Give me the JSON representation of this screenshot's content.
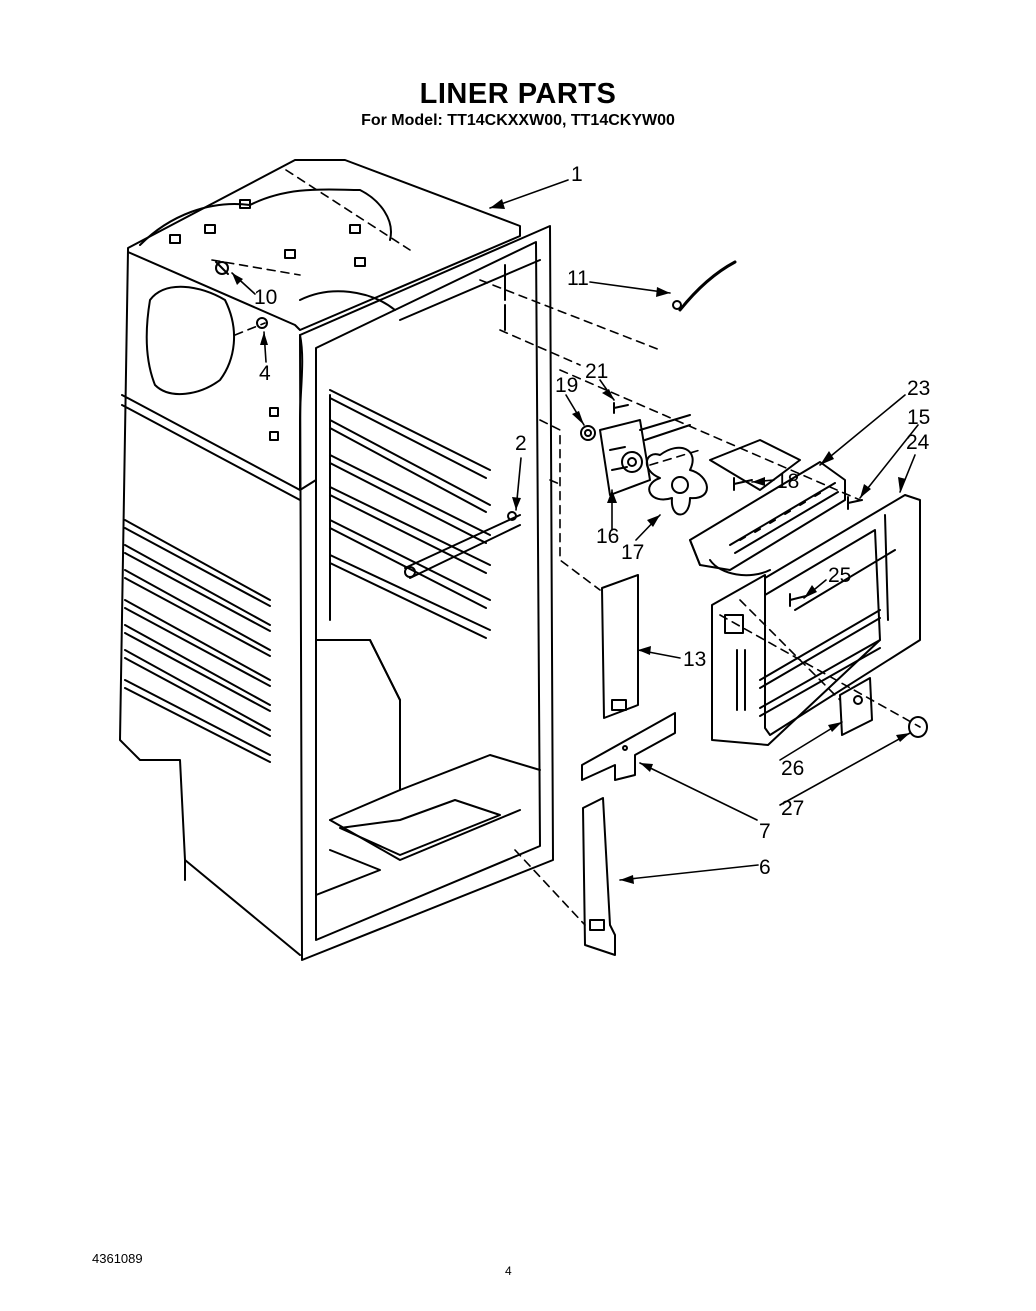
{
  "header": {
    "title": "LINER PARTS",
    "subtitle": "For Model: TT14CKXXW00, TT14CKYW00"
  },
  "callouts": [
    "1",
    "11",
    "10",
    "4",
    "19",
    "21",
    "23",
    "15",
    "24",
    "2",
    "18",
    "16",
    "17",
    "25",
    "13",
    "26",
    "27",
    "7",
    "6"
  ],
  "footer": {
    "doc_number": "4361089",
    "page_number": "4"
  }
}
